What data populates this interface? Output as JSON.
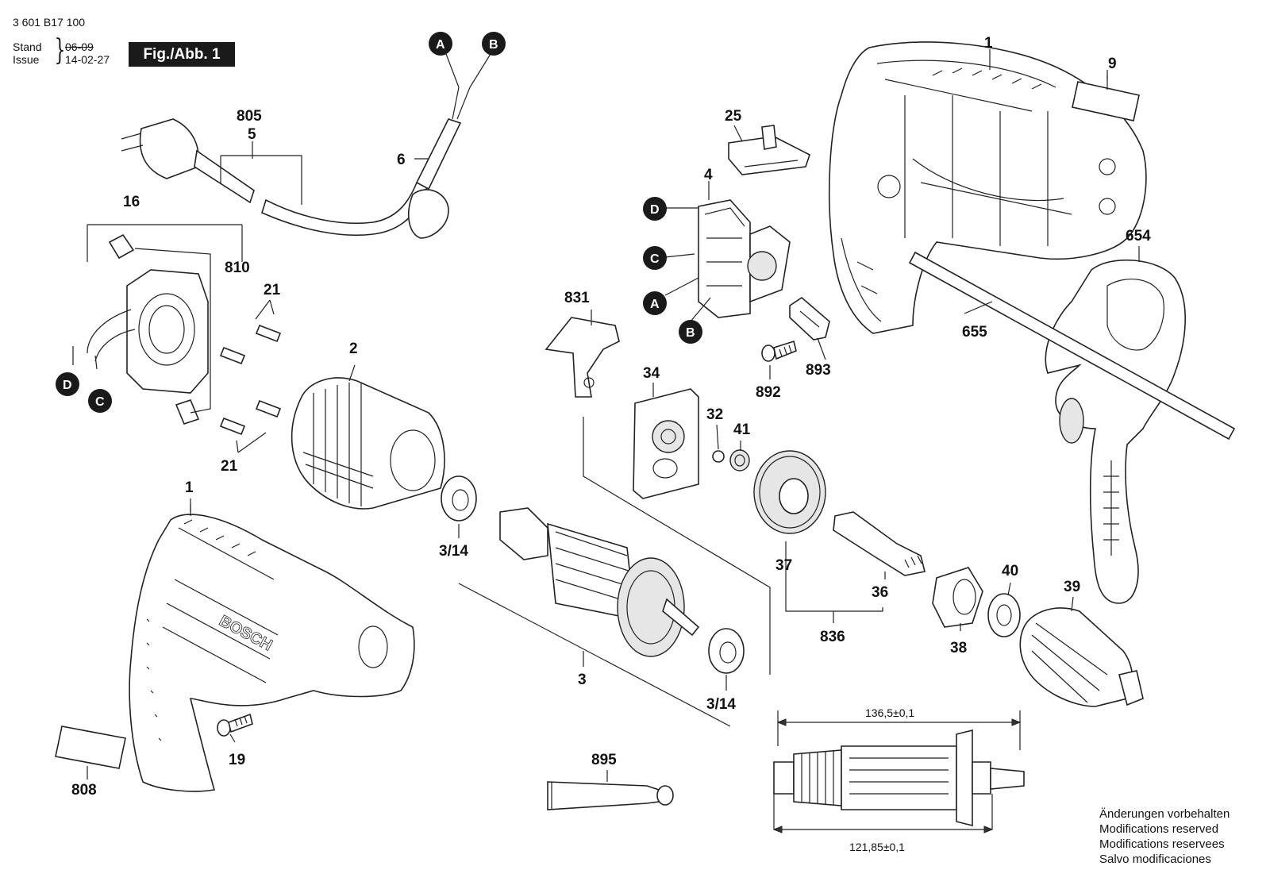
{
  "header": {
    "doc_number": "3 601 B17 100",
    "stand_label": "Stand",
    "issue_label": "Issue",
    "stand_date": "06-09",
    "issue_date": "14-02-27",
    "figure": "Fig./Abb. 1"
  },
  "part_labels": {
    "p1_top": "1",
    "p9": "9",
    "p654": "654",
    "p655": "655",
    "p25": "25",
    "p4": "4",
    "p893": "893",
    "p892": "892",
    "p805": "805",
    "p5": "5",
    "p6": "6",
    "p16": "16",
    "p810": "810",
    "p21_top": "21",
    "p21_bottom": "21",
    "p2": "2",
    "p831": "831",
    "p34": "34",
    "p32": "32",
    "p41": "41",
    "p3_14_left": "3/14",
    "p3_14_right": "3/14",
    "p3": "3",
    "p37": "37",
    "p36": "36",
    "p836": "836",
    "p38": "38",
    "p40": "40",
    "p39": "39",
    "p1_bottom": "1",
    "p19": "19",
    "p808": "808",
    "p895": "895"
  },
  "connectors": {
    "a_top": "A",
    "b_top": "B",
    "d_switch": "D",
    "c_switch": "C",
    "a_switch": "A",
    "b_switch": "B",
    "d_brush": "D",
    "c_brush": "C"
  },
  "brand": "BOSCH",
  "dimensions": {
    "top": "136,5±0,1",
    "bottom": "121,85±0,1"
  },
  "notice": [
    "Änderungen vorbehalten",
    "Modifications reserved",
    "Modifications reservees",
    "Salvo modificaciones"
  ]
}
